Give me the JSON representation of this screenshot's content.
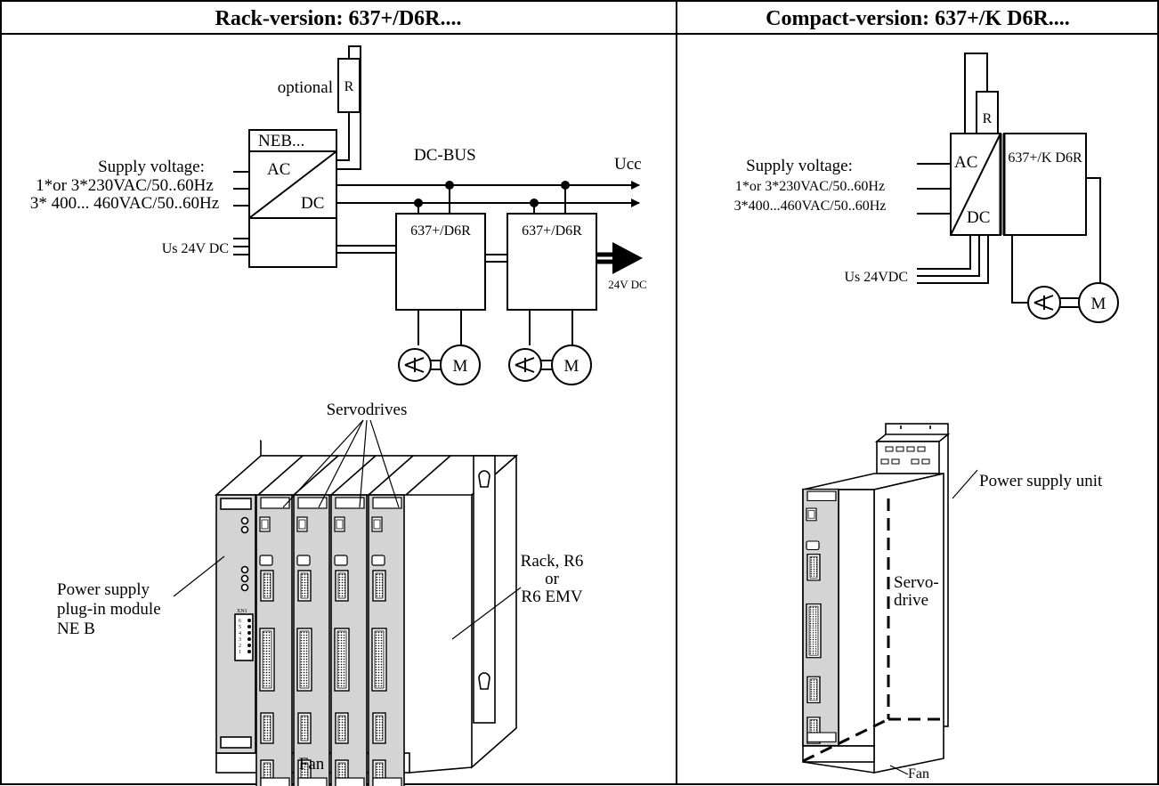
{
  "headers": {
    "rack": "Rack-version: 637+/D6R....",
    "compact": "Compact-version: 637+/K D6R...."
  },
  "rack_schematic": {
    "optional": "optional",
    "resistor": "R",
    "supply_title": "Supply voltage:",
    "supply_line1": "1*or 3*230VAC/50..60Hz",
    "supply_line2": "3* 400... 460VAC/50..60Hz",
    "us_label": "Us 24V DC",
    "neb": "NEB...",
    "ac": "AC",
    "dc": "DC",
    "dc_bus": "DC-BUS",
    "ucc": "Ucc",
    "drive1": "637+/D6R",
    "drive2": "637+/D6R",
    "out_24v": "24V DC",
    "motor1": "M",
    "motor2": "M"
  },
  "compact_schematic": {
    "resistor": "R",
    "supply_title": "Supply voltage:",
    "supply_line1": "1*or 3*230VAC/50..60Hz",
    "supply_line2": "3*400...460VAC/50..60Hz",
    "us_label": "Us 24VDC",
    "ac": "AC",
    "dc": "DC",
    "drive": "637+/K D6R",
    "motor": "M"
  },
  "rack_drawing": {
    "servodrives": "Servodrives",
    "power_supply_1": "Power supply",
    "power_supply_2": "plug-in module",
    "power_supply_3": "NE B",
    "rack_1": "Rack, R6",
    "rack_2": "or",
    "rack_3": "R6 EMV",
    "fan": "Fan",
    "xn1": "XN1",
    "pins": [
      "6",
      "5",
      "4",
      "3",
      "2",
      "1"
    ]
  },
  "compact_drawing": {
    "psu": "Power supply unit",
    "servo_1": "Servo-",
    "servo_2": "drive",
    "fan": "Fan"
  }
}
